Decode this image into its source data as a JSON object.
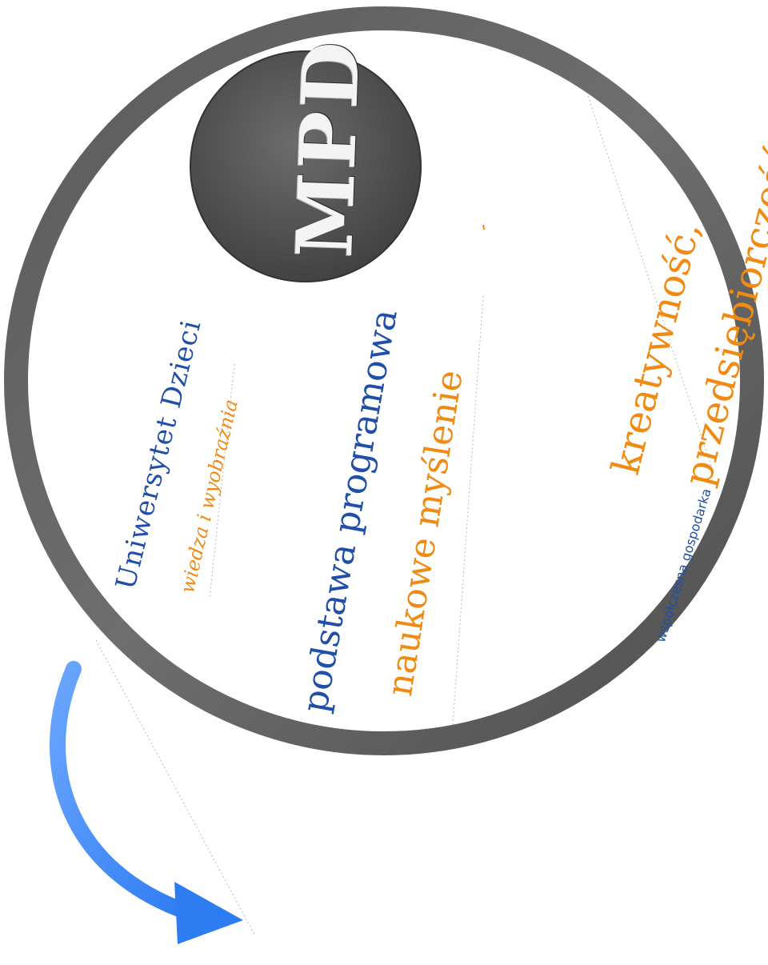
{
  "badge": {
    "text": "MPD",
    "fill": "#505050",
    "text_color": "#f4f4f4"
  },
  "ring": {
    "stroke": "#616161"
  },
  "labels": {
    "uniwersytet": "Uniwersytet Dzieci",
    "wiedza": "wiedza i wyobraźnia",
    "podstawa": "podstawa programowa",
    "naukowe": "naukowe myślenie",
    "kreatywnosc": "kreatywność,",
    "przedsiebiorczosc": "przedsiębiorczość",
    "wspolczesna": "współczesna gospodarka"
  },
  "colors": {
    "blue": "#1f4fa8",
    "orange": "#f08a12",
    "arrow": "#3a86f5"
  },
  "icons": {
    "arrow": "curved-arrow-icon"
  }
}
